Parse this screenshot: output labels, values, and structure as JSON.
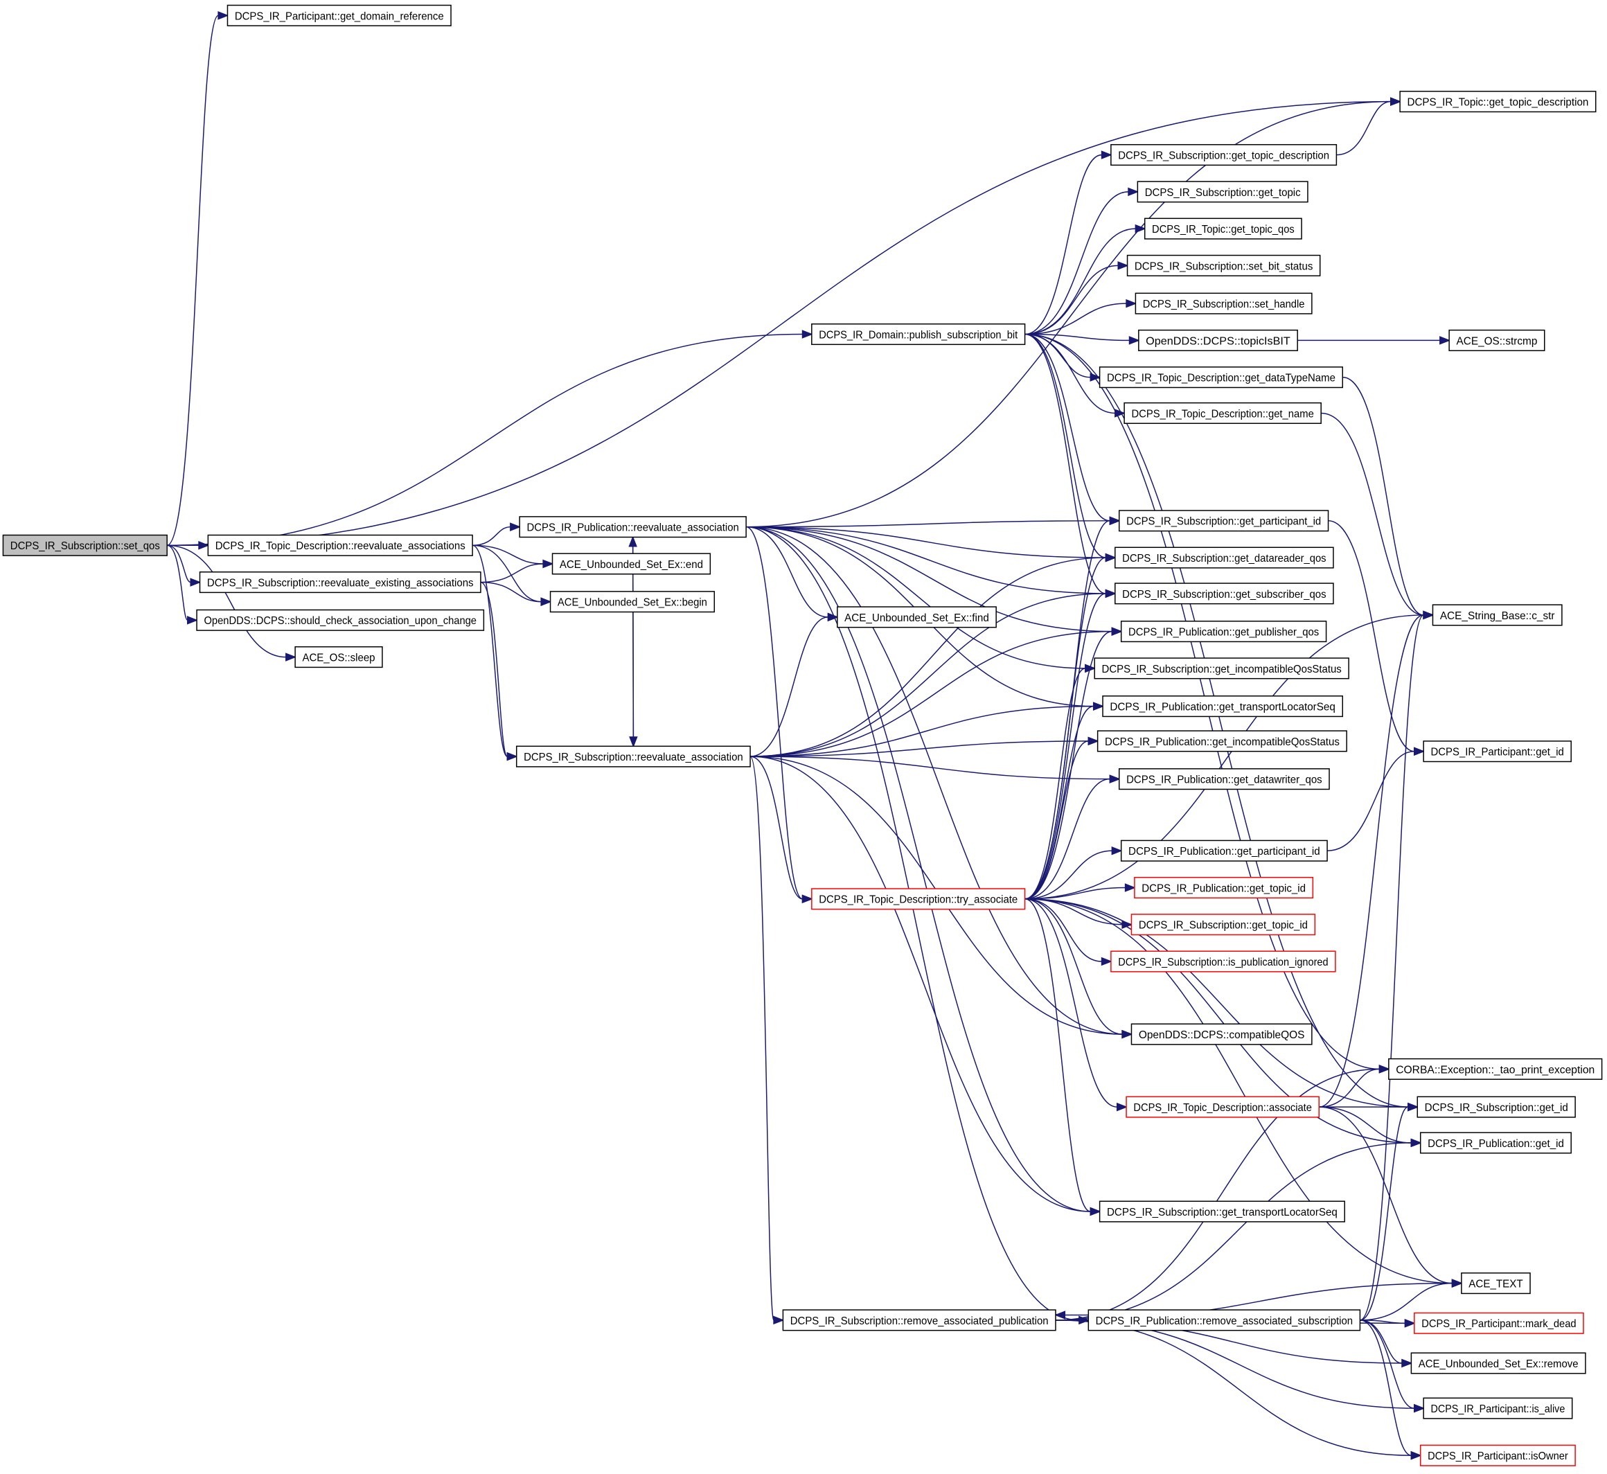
{
  "colors": {
    "edge": "#191970",
    "root_fill": "#bfbfbf",
    "node_border": "#000000",
    "highlight_border": "#ff0000"
  },
  "nodes": [
    {
      "id": "set_qos",
      "label": "DCPS_IR_Subscription::set_qos",
      "root": true
    },
    {
      "id": "get_domain_reference",
      "label": "DCPS_IR_Participant::get_domain_reference"
    },
    {
      "id": "topic_get_topic_description",
      "label": "DCPS_IR_Topic::get_topic_description"
    },
    {
      "id": "sub_get_topic_description",
      "label": "DCPS_IR_Subscription::get_topic_description"
    },
    {
      "id": "sub_get_topic",
      "label": "DCPS_IR_Subscription::get_topic"
    },
    {
      "id": "topic_get_topic_qos",
      "label": "DCPS_IR_Topic::get_topic_qos"
    },
    {
      "id": "set_bit_status",
      "label": "DCPS_IR_Subscription::set_bit_status"
    },
    {
      "id": "set_handle",
      "label": "DCPS_IR_Subscription::set_handle"
    },
    {
      "id": "publish_subscription_bit",
      "label": "DCPS_IR_Domain::publish_subscription_bit"
    },
    {
      "id": "topicIsBIT",
      "label": "OpenDDS::DCPS::topicIsBIT"
    },
    {
      "id": "strcmp",
      "label": "ACE_OS::strcmp"
    },
    {
      "id": "get_dataTypeName",
      "label": "DCPS_IR_Topic_Description::get_dataTypeName"
    },
    {
      "id": "get_name",
      "label": "DCPS_IR_Topic_Description::get_name"
    },
    {
      "id": "sub_get_participant_id",
      "label": "DCPS_IR_Subscription::get_participant_id"
    },
    {
      "id": "pub_reevaluate_association",
      "label": "DCPS_IR_Publication::reevaluate_association"
    },
    {
      "id": "td_reevaluate_associations",
      "label": "DCPS_IR_Topic_Description::reevaluate_associations"
    },
    {
      "id": "set_end",
      "label": "ACE_Unbounded_Set_Ex::end"
    },
    {
      "id": "reevaluate_existing",
      "label": "DCPS_IR_Subscription::reevaluate_existing_associations"
    },
    {
      "id": "set_begin",
      "label": "ACE_Unbounded_Set_Ex::begin"
    },
    {
      "id": "get_datareader_qos",
      "label": "DCPS_IR_Subscription::get_datareader_qos"
    },
    {
      "id": "get_subscriber_qos",
      "label": "DCPS_IR_Subscription::get_subscriber_qos"
    },
    {
      "id": "c_str",
      "label": "ACE_String_Base::c_str"
    },
    {
      "id": "set_find",
      "label": "ACE_Unbounded_Set_Ex::find"
    },
    {
      "id": "should_check",
      "label": "OpenDDS::DCPS::should_check_association_upon_change"
    },
    {
      "id": "get_publisher_qos",
      "label": "DCPS_IR_Publication::get_publisher_qos"
    },
    {
      "id": "os_sleep",
      "label": "ACE_OS::sleep"
    },
    {
      "id": "sub_incompat",
      "label": "DCPS_IR_Subscription::get_incompatibleQosStatus"
    },
    {
      "id": "pub_transport",
      "label": "DCPS_IR_Publication::get_transportLocatorSeq"
    },
    {
      "id": "sub_reevaluate_association",
      "label": "DCPS_IR_Subscription::reevaluate_association"
    },
    {
      "id": "pub_incompat",
      "label": "DCPS_IR_Publication::get_incompatibleQosStatus"
    },
    {
      "id": "part_get_id",
      "label": "DCPS_IR_Participant::get_id"
    },
    {
      "id": "get_datawriter_qos",
      "label": "DCPS_IR_Publication::get_datawriter_qos"
    },
    {
      "id": "pub_get_participant_id",
      "label": "DCPS_IR_Publication::get_participant_id"
    },
    {
      "id": "try_associate",
      "label": "DCPS_IR_Topic_Description::try_associate",
      "highlighted": true
    },
    {
      "id": "pub_get_topic_id",
      "label": "DCPS_IR_Publication::get_topic_id",
      "highlighted": true
    },
    {
      "id": "sub_get_topic_id",
      "label": "DCPS_IR_Subscription::get_topic_id",
      "highlighted": true
    },
    {
      "id": "is_publication_ignored",
      "label": "DCPS_IR_Subscription::is_publication_ignored",
      "highlighted": true
    },
    {
      "id": "compatibleQOS",
      "label": "OpenDDS::DCPS::compatibleQOS"
    },
    {
      "id": "tao_print_exception",
      "label": "CORBA::Exception::_tao_print_exception"
    },
    {
      "id": "associate",
      "label": "DCPS_IR_Topic_Description::associate",
      "highlighted": true
    },
    {
      "id": "sub_get_id",
      "label": "DCPS_IR_Subscription::get_id"
    },
    {
      "id": "pub_get_id",
      "label": "DCPS_IR_Publication::get_id"
    },
    {
      "id": "sub_transport",
      "label": "DCPS_IR_Subscription::get_transportLocatorSeq"
    },
    {
      "id": "ace_text",
      "label": "ACE_TEXT"
    },
    {
      "id": "remove_assoc_pub",
      "label": "DCPS_IR_Subscription::remove_associated_publication"
    },
    {
      "id": "remove_assoc_sub",
      "label": "DCPS_IR_Publication::remove_associated_subscription"
    },
    {
      "id": "mark_dead",
      "label": "DCPS_IR_Participant::mark_dead",
      "highlighted": true
    },
    {
      "id": "set_remove",
      "label": "ACE_Unbounded_Set_Ex::remove"
    },
    {
      "id": "is_alive",
      "label": "DCPS_IR_Participant::is_alive"
    },
    {
      "id": "isOwner",
      "label": "DCPS_IR_Participant::isOwner",
      "highlighted": true
    }
  ],
  "edges": [
    [
      "set_qos",
      "get_domain_reference"
    ],
    [
      "set_qos",
      "topic_get_topic_description"
    ],
    [
      "set_qos",
      "publish_subscription_bit"
    ],
    [
      "set_qos",
      "td_reevaluate_associations"
    ],
    [
      "set_qos",
      "reevaluate_existing"
    ],
    [
      "set_qos",
      "should_check"
    ],
    [
      "set_qos",
      "os_sleep"
    ],
    [
      "td_reevaluate_associations",
      "pub_reevaluate_association"
    ],
    [
      "td_reevaluate_associations",
      "set_end"
    ],
    [
      "td_reevaluate_associations",
      "set_begin"
    ],
    [
      "td_reevaluate_associations",
      "sub_reevaluate_association"
    ],
    [
      "reevaluate_existing",
      "set_end"
    ],
    [
      "reevaluate_existing",
      "set_begin"
    ],
    [
      "reevaluate_existing",
      "sub_reevaluate_association"
    ],
    [
      "publish_subscription_bit",
      "sub_get_topic_description"
    ],
    [
      "publish_subscription_bit",
      "sub_get_topic"
    ],
    [
      "publish_subscription_bit",
      "topic_get_topic_qos"
    ],
    [
      "publish_subscription_bit",
      "set_bit_status"
    ],
    [
      "publish_subscription_bit",
      "set_handle"
    ],
    [
      "publish_subscription_bit",
      "topicIsBIT"
    ],
    [
      "publish_subscription_bit",
      "get_dataTypeName"
    ],
    [
      "publish_subscription_bit",
      "get_name"
    ],
    [
      "publish_subscription_bit",
      "sub_get_participant_id"
    ],
    [
      "publish_subscription_bit",
      "get_datareader_qos"
    ],
    [
      "publish_subscription_bit",
      "get_subscriber_qos"
    ],
    [
      "publish_subscription_bit",
      "tao_print_exception"
    ],
    [
      "publish_subscription_bit",
      "sub_get_id"
    ],
    [
      "sub_get_topic_description",
      "topic_get_topic_description"
    ],
    [
      "topicIsBIT",
      "strcmp"
    ],
    [
      "get_dataTypeName",
      "c_str"
    ],
    [
      "get_name",
      "c_str"
    ],
    [
      "sub_get_participant_id",
      "part_get_id"
    ],
    [
      "pub_get_participant_id",
      "part_get_id"
    ],
    [
      "pub_reevaluate_association",
      "topic_get_topic_description"
    ],
    [
      "pub_reevaluate_association",
      "set_find"
    ],
    [
      "pub_reevaluate_association",
      "sub_reevaluate_association"
    ],
    [
      "pub_reevaluate_association",
      "try_associate"
    ],
    [
      "pub_reevaluate_association",
      "get_datareader_qos"
    ],
    [
      "pub_reevaluate_association",
      "get_subscriber_qos"
    ],
    [
      "pub_reevaluate_association",
      "get_publisher_qos"
    ],
    [
      "pub_reevaluate_association",
      "sub_incompat"
    ],
    [
      "pub_reevaluate_association",
      "pub_transport"
    ],
    [
      "pub_reevaluate_association",
      "sub_get_participant_id"
    ],
    [
      "pub_reevaluate_association",
      "compatibleQOS"
    ],
    [
      "pub_reevaluate_association",
      "sub_transport"
    ],
    [
      "pub_reevaluate_association",
      "remove_assoc_sub"
    ],
    [
      "sub_reevaluate_association",
      "pub_reevaluate_association"
    ],
    [
      "sub_reevaluate_association",
      "set_find"
    ],
    [
      "sub_reevaluate_association",
      "try_associate"
    ],
    [
      "sub_reevaluate_association",
      "get_datareader_qos"
    ],
    [
      "sub_reevaluate_association",
      "get_subscriber_qos"
    ],
    [
      "sub_reevaluate_association",
      "get_publisher_qos"
    ],
    [
      "sub_reevaluate_association",
      "get_datawriter_qos"
    ],
    [
      "sub_reevaluate_association",
      "pub_incompat"
    ],
    [
      "sub_reevaluate_association",
      "pub_transport"
    ],
    [
      "sub_reevaluate_association",
      "compatibleQOS"
    ],
    [
      "sub_reevaluate_association",
      "sub_transport"
    ],
    [
      "sub_reevaluate_association",
      "remove_assoc_pub"
    ],
    [
      "try_associate",
      "sub_get_participant_id"
    ],
    [
      "try_associate",
      "get_datareader_qos"
    ],
    [
      "try_associate",
      "get_subscriber_qos"
    ],
    [
      "try_associate",
      "get_publisher_qos"
    ],
    [
      "try_associate",
      "sub_incompat"
    ],
    [
      "try_associate",
      "pub_transport"
    ],
    [
      "try_associate",
      "pub_incompat"
    ],
    [
      "try_associate",
      "get_datawriter_qos"
    ],
    [
      "try_associate",
      "pub_get_participant_id"
    ],
    [
      "try_associate",
      "pub_get_topic_id"
    ],
    [
      "try_associate",
      "sub_get_topic_id"
    ],
    [
      "try_associate",
      "is_publication_ignored"
    ],
    [
      "try_associate",
      "compatibleQOS"
    ],
    [
      "try_associate",
      "associate"
    ],
    [
      "try_associate",
      "sub_get_id"
    ],
    [
      "try_associate",
      "pub_get_id"
    ],
    [
      "try_associate",
      "sub_transport"
    ],
    [
      "try_associate",
      "ace_text"
    ],
    [
      "try_associate",
      "c_str"
    ],
    [
      "associate",
      "tao_print_exception"
    ],
    [
      "associate",
      "sub_get_id"
    ],
    [
      "associate",
      "pub_get_id"
    ],
    [
      "associate",
      "ace_text"
    ],
    [
      "associate",
      "c_str"
    ],
    [
      "remove_assoc_pub",
      "remove_assoc_sub"
    ],
    [
      "remove_assoc_pub",
      "tao_print_exception"
    ],
    [
      "remove_assoc_pub",
      "pub_get_id"
    ],
    [
      "remove_assoc_pub",
      "ace_text"
    ],
    [
      "remove_assoc_pub",
      "mark_dead"
    ],
    [
      "remove_assoc_pub",
      "set_remove"
    ],
    [
      "remove_assoc_pub",
      "is_alive"
    ],
    [
      "remove_assoc_pub",
      "isOwner"
    ],
    [
      "remove_assoc_sub",
      "remove_assoc_pub"
    ],
    [
      "remove_assoc_sub",
      "ace_text"
    ],
    [
      "remove_assoc_sub",
      "mark_dead"
    ],
    [
      "remove_assoc_sub",
      "set_remove"
    ],
    [
      "remove_assoc_sub",
      "is_alive"
    ],
    [
      "remove_assoc_sub",
      "isOwner"
    ],
    [
      "remove_assoc_sub",
      "sub_get_id"
    ],
    [
      "remove_assoc_sub",
      "c_str"
    ]
  ]
}
